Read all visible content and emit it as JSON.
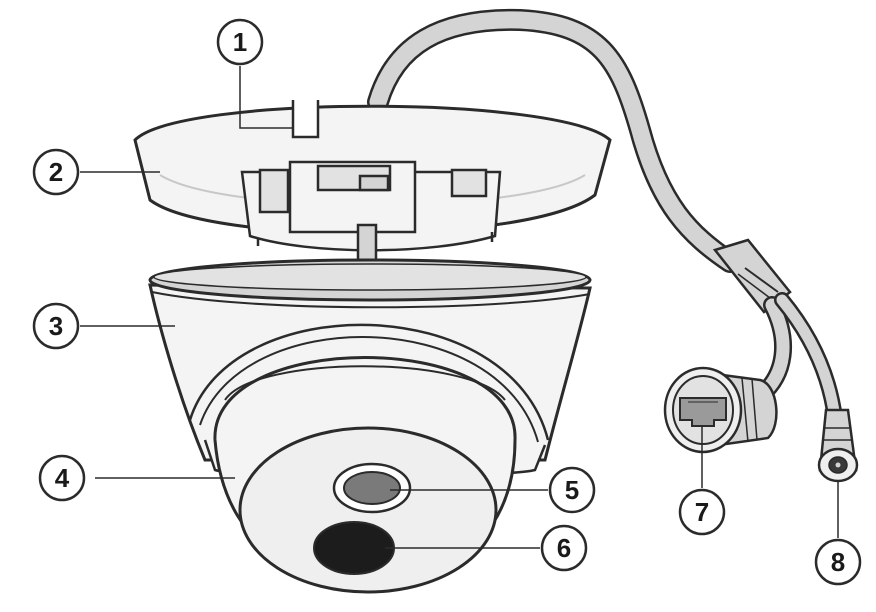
{
  "callouts": [
    {
      "id": "1",
      "label": "1"
    },
    {
      "id": "2",
      "label": "2"
    },
    {
      "id": "3",
      "label": "3"
    },
    {
      "id": "4",
      "label": "4"
    },
    {
      "id": "5",
      "label": "5"
    },
    {
      "id": "6",
      "label": "6"
    },
    {
      "id": "7",
      "label": "7"
    },
    {
      "id": "8",
      "label": "8"
    }
  ],
  "colors": {
    "outline": "#2b2b2b",
    "body_fill": "#f4f4f4",
    "shade_fill": "#e2e2e2",
    "cable_fill": "#d4d4d4",
    "sensor_fill": "#7a7a7a",
    "lens_fill": "#1c1c1c"
  }
}
